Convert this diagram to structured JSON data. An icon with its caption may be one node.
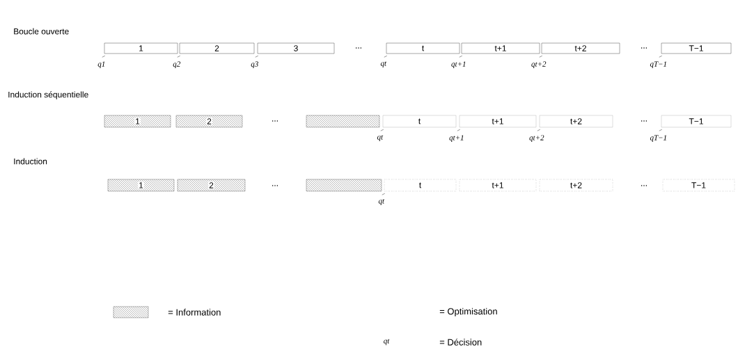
{
  "diagram": {
    "nodes": [
      {
        "text": [
          "1"
        ],
        "beside": [
          "q1"
        ]
      },
      {
        "text": [
          "2"
        ],
        "beside": [
          "q2"
        ]
      },
      {
        "text": [
          "3"
        ],
        "beside": [
          "q3"
        ]
      },
      {
        "text": [
          "t"
        ],
        "beside": [
          "qt"
        ]
      },
      {
        "text": [
          "t+1"
        ],
        "beside": [
          "qt+1"
        ]
      },
      {
        "text": [
          "t+2"
        ],
        "beside": [
          "qt+2"
        ]
      },
      {
        "text": [
          "T−1"
        ],
        "beside": [
          "qT−1"
        ]
      },
      {
        "text": [
          "1"
        ]
      },
      {
        "text": [
          "2"
        ]
      },
      {
        "text": [],
        "shape": "box"
      },
      {
        "text": [
          "t"
        ],
        "beside": [
          "qt"
        ]
      },
      {
        "text": [
          "t+1"
        ],
        "beside": [
          "qt+1"
        ]
      },
      {
        "text": [
          "t+2"
        ],
        "beside": [
          "qt+2"
        ]
      },
      {
        "text": [
          "T−1"
        ],
        "beside": [
          "qT−1"
        ]
      },
      {
        "text": [
          "1"
        ]
      },
      {
        "text": [
          "2"
        ]
      },
      {
        "text": [],
        "shape": "box"
      },
      {
        "text": [
          "t"
        ],
        "beside": [
          "qt"
        ]
      },
      {
        "text": [
          "t+1"
        ]
      },
      {
        "text": [
          "t+2"
        ]
      },
      {
        "text": [
          "T−1"
        ]
      }
    ],
    "labels": [
      "Boucle ouverte",
      "...",
      "...",
      "Induction séquentielle",
      "...",
      "...",
      "Induction",
      "...",
      "...",
      "qt"
    ],
    "legend": [
      {
        "text": "= Information"
      },
      {
        "text": "= Optimisation"
      },
      {
        "text": "= Décision"
      }
    ]
  }
}
